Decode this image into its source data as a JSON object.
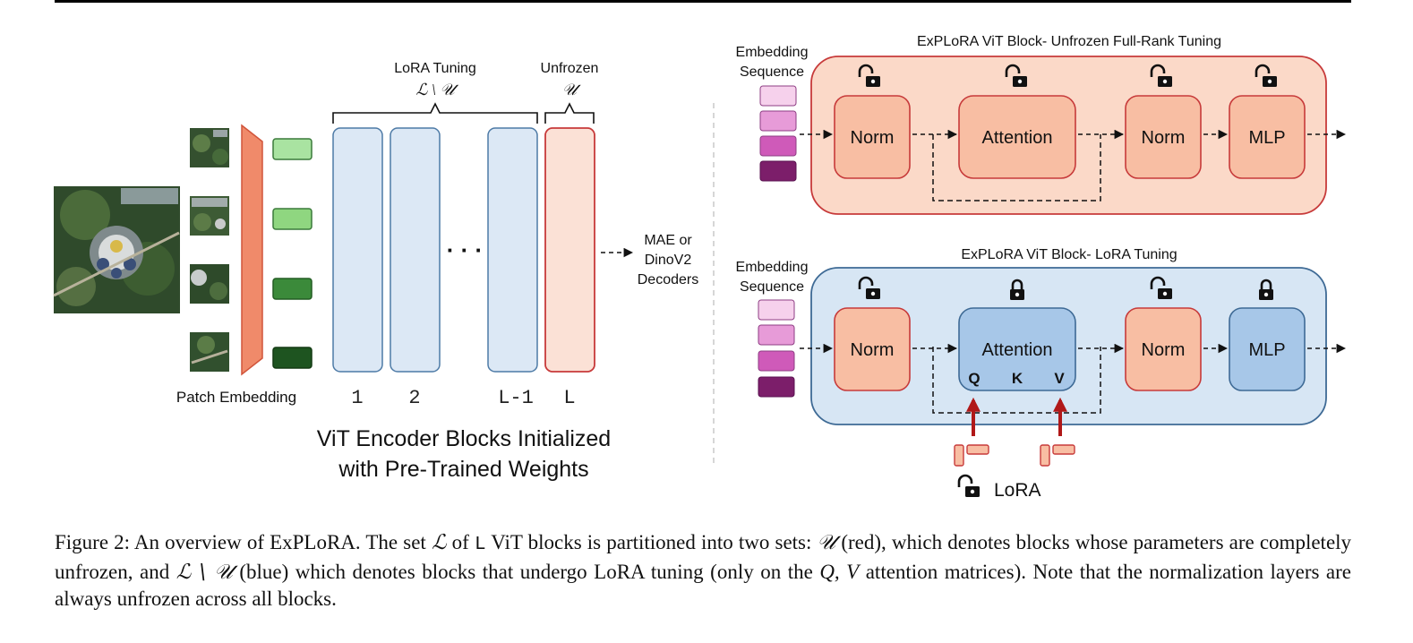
{
  "encoder": {
    "lora_group_label": "LoRA Tuning",
    "lora_group_math": "ℒ \\ 𝒰",
    "unfrozen_group_label": "Unfrozen",
    "unfrozen_group_math": "𝒰",
    "block_indices": [
      "1",
      "2",
      "L-1",
      "L"
    ],
    "ellipsis": "· · ·",
    "patch_embedding_label": "Patch Embedding",
    "decoder_label": [
      "MAE or",
      "DinoV2",
      "Decoders"
    ],
    "title_line1": "ViT Encoder Blocks Initialized",
    "title_line2": "with Pre-Trained Weights",
    "colors": {
      "lora_fill": "#dce8f5",
      "lora_stroke": "#4d7aa6",
      "unfrozen_fill": "#fbe1d6",
      "unfrozen_stroke": "#c73a3a",
      "embed_ramp": "#f08a6a"
    }
  },
  "top_block": {
    "title": "ExPLoRA ViT Block- Unfrozen Full-Rank Tuning",
    "embedding_label": [
      "Embedding",
      "Sequence"
    ],
    "modules": [
      "Norm",
      "Attention",
      "Norm",
      "MLP"
    ],
    "colors": {
      "panel_fill": "#fbd9c8",
      "panel_stroke": "#c73a3a",
      "module_fill": "#f8bea3"
    }
  },
  "bottom_block": {
    "title": "ExPLoRA ViT Block- LoRA Tuning",
    "embedding_label": [
      "Embedding",
      "Sequence"
    ],
    "modules": [
      "Norm",
      "Attention",
      "Norm",
      "MLP"
    ],
    "qkv": [
      "Q",
      "K",
      "V"
    ],
    "lora_label": "LoRA",
    "colors": {
      "panel_fill": "#d7e6f4",
      "panel_stroke": "#3e6a95",
      "module_fill_blue": "#a7c7e8",
      "module_fill_red": "#f8bea3",
      "arrow": "#b01818"
    }
  },
  "caption": {
    "prefix": "Figure 2: An overview of ExPLoRA. The set",
    "set_L": "ℒ",
    "of": "of",
    "L_mono": "L",
    "part1": "ViT blocks is partitioned into two sets:",
    "set_U": "𝒰",
    "part2": "(red), which denotes blocks whose parameters are completely unfrozen, and",
    "set_LU": "ℒ \\ 𝒰",
    "part3": "(blue) which denotes blocks that undergo LoRA tuning (only on the",
    "qv": "Q, V",
    "part4": "attention matrices). Note that the normalization layers are always unfrozen across all blocks."
  }
}
